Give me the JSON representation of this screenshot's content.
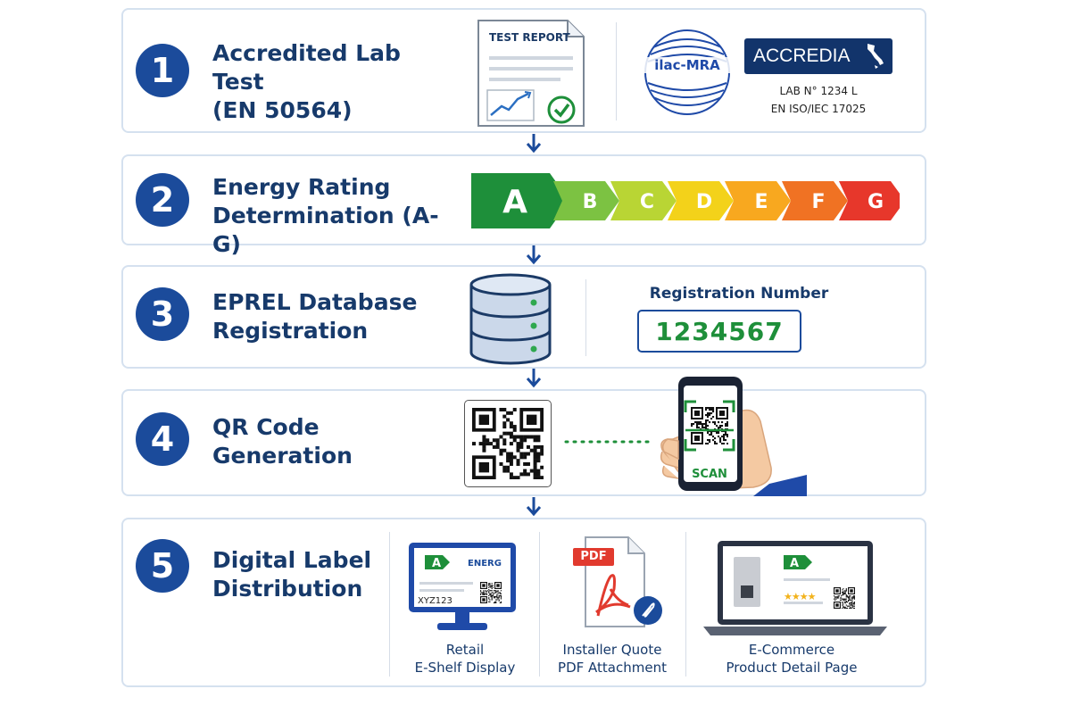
{
  "steps": [
    {
      "number": "1",
      "title_lines": [
        "Accredited Lab Test",
        "(EN 50564)"
      ]
    },
    {
      "number": "2",
      "title_lines": [
        "Energy Rating",
        "Determination (A-G)"
      ]
    },
    {
      "number": "3",
      "title_lines": [
        "EPREL Database",
        "Registration"
      ]
    },
    {
      "number": "4",
      "title_lines": [
        "QR Code",
        "Generation"
      ]
    },
    {
      "number": "5",
      "title_lines": [
        "Digital Label",
        "Distribution"
      ]
    }
  ],
  "lab": {
    "report_label": "TEST REPORT",
    "ilac_label": "ilac-MRA",
    "accredia_label": "ACCREDIA",
    "lab_number": "LAB N° 1234 L",
    "standard": "EN ISO/IEC 17025"
  },
  "energy": {
    "classes": [
      {
        "letter": "A",
        "color": "#1e8f3a"
      },
      {
        "letter": "B",
        "color": "#7cc242"
      },
      {
        "letter": "C",
        "color": "#b9d534"
      },
      {
        "letter": "D",
        "color": "#f3d21a"
      },
      {
        "letter": "E",
        "color": "#f8a81f"
      },
      {
        "letter": "F",
        "color": "#f07223"
      },
      {
        "letter": "G",
        "color": "#e7372b"
      }
    ]
  },
  "eprel": {
    "reg_label": "Registration Number",
    "reg_number": "1234567"
  },
  "qr": {
    "scan_label": "SCAN"
  },
  "distribution": {
    "items": [
      {
        "line1": "Retail",
        "line2": "E-Shelf Display"
      },
      {
        "line1": "Installer Quote",
        "line2": "PDF Attachment"
      },
      {
        "line1": "E-Commerce",
        "line2": "Product Detail Page"
      }
    ],
    "eshelf_class": "A",
    "eshelf_energy": "ENERG",
    "eshelf_sku": "XYZ123",
    "pdf_label": "PDF",
    "ecom_class": "A",
    "ecom_stars": "★★★★"
  },
  "colors": {
    "navy": "#1b4b9b",
    "title": "#173a6b",
    "green": "#1e8f3a",
    "border": "#d5e1ef"
  }
}
